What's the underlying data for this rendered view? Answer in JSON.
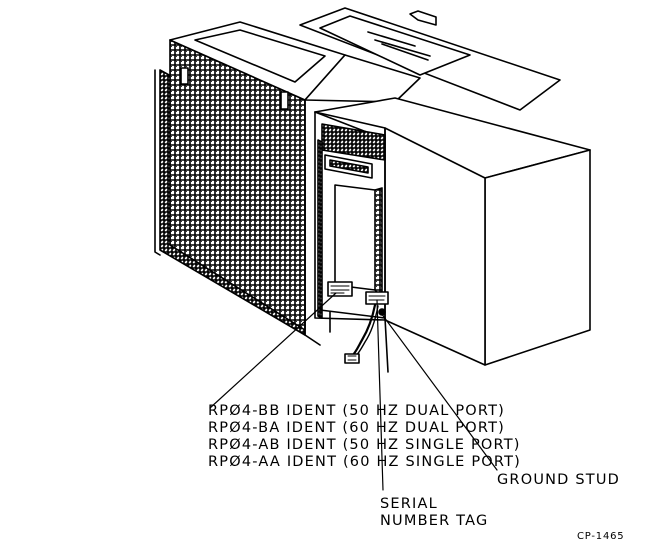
{
  "labels": {
    "ident": [
      "RPØ4-BB IDENT (50 HZ DUAL PORT)",
      "RPØ4-BA IDENT (60 HZ DUAL PORT)",
      "RPØ4-AB IDENT (50 HZ SINGLE PORT)",
      "RPØ4-AA IDENT (60 HZ SINGLE PORT)"
    ],
    "serial_line1": "SERIAL",
    "serial_line2": "NUMBER TAG",
    "ground_stud": "GROUND STUD",
    "figure_number": "CP-1465"
  },
  "colors": {
    "ink": "#000000",
    "paper": "#ffffff",
    "shade": "#c8c8c8"
  }
}
